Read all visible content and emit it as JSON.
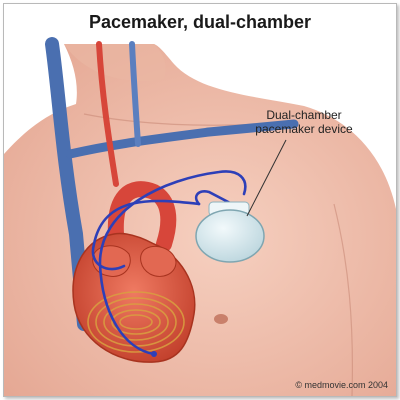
{
  "title": "Pacemaker, dual-chamber",
  "callout": {
    "line1": "Dual-chamber",
    "line2": "pacemaker device"
  },
  "copyright": "© medmovie.com 2004",
  "colors": {
    "skin": "#f2c3b1",
    "vein": "#4a6fb0",
    "artery": "#d7463a",
    "lead": "#2d3fb8",
    "device": "#d6e7ec",
    "muscle": "#d9a040"
  }
}
